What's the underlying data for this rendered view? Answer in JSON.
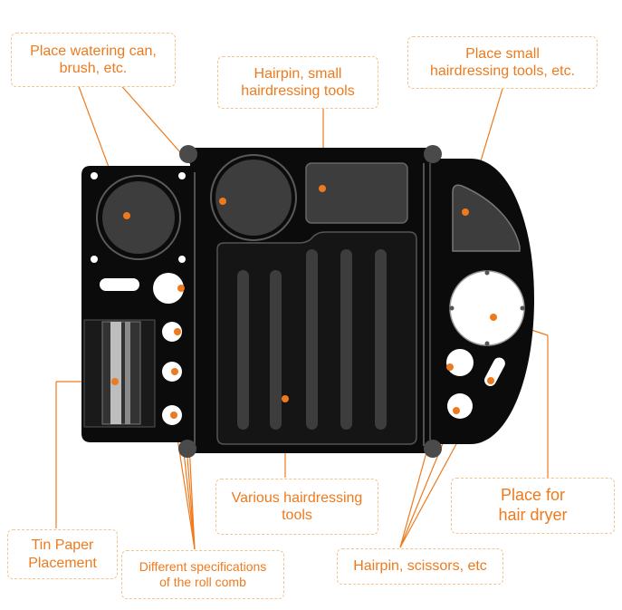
{
  "labels": {
    "watering": "Place watering can,\nbrush, etc.",
    "hairpin_small": "Hairpin, small\nhairdressing tools",
    "small_tools": "Place small\nhairdressing tools, etc.",
    "various_tools": "Various hairdressing\ntools",
    "dryer": "Place for\nhair dryer",
    "tin_paper": "Tin Paper\nPlacement",
    "roll_comb": "Different specifications\nof the roll comb",
    "scissors": "Hairpin, scissors, etc"
  },
  "colors": {
    "accent": "#ee7a1d",
    "tray": "#0b0b0b",
    "slot": "#3d3d3d",
    "callout_border": "#f3c48e"
  }
}
